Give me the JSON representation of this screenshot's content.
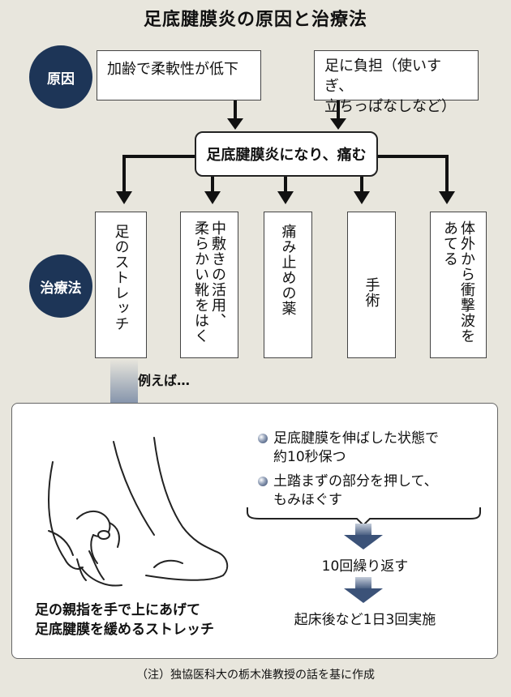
{
  "title": "足底腱膜炎の原因と治療法",
  "labels": {
    "cause": "原因",
    "treatment": "治療法"
  },
  "causes": [
    {
      "lines": [
        "加齢で柔軟性が低下"
      ]
    },
    {
      "lines": [
        "足に負担（使いすぎ、",
        "立ちっぱなしなど）"
      ]
    }
  ],
  "condition": "足底腱膜炎になり、痛む",
  "treatments": [
    "足のストレッチ",
    "中敷きの活用、\n柔らかい靴をはく",
    "痛み止めの薬",
    "手術",
    "体外から衝撃波を\nあてる"
  ],
  "example_label": "例えば…",
  "stretch": {
    "bullets": [
      [
        "足底腱膜を伸ばした状態で",
        "約10秒保つ"
      ],
      [
        "土踏まずの部分を押して、",
        "もみほぐす"
      ]
    ],
    "repeat": "10回繰り返す",
    "schedule": "起床後など1日3回実施",
    "caption": [
      "足の親指を手で上にあげて",
      "足底腱膜を緩めるストレッチ"
    ]
  },
  "note": "（注）独協医科大の栃木准教授の話を基に作成",
  "colors": {
    "navy": "#1d3557",
    "arrow": "#3b5278",
    "background": "#e8e6dd"
  }
}
